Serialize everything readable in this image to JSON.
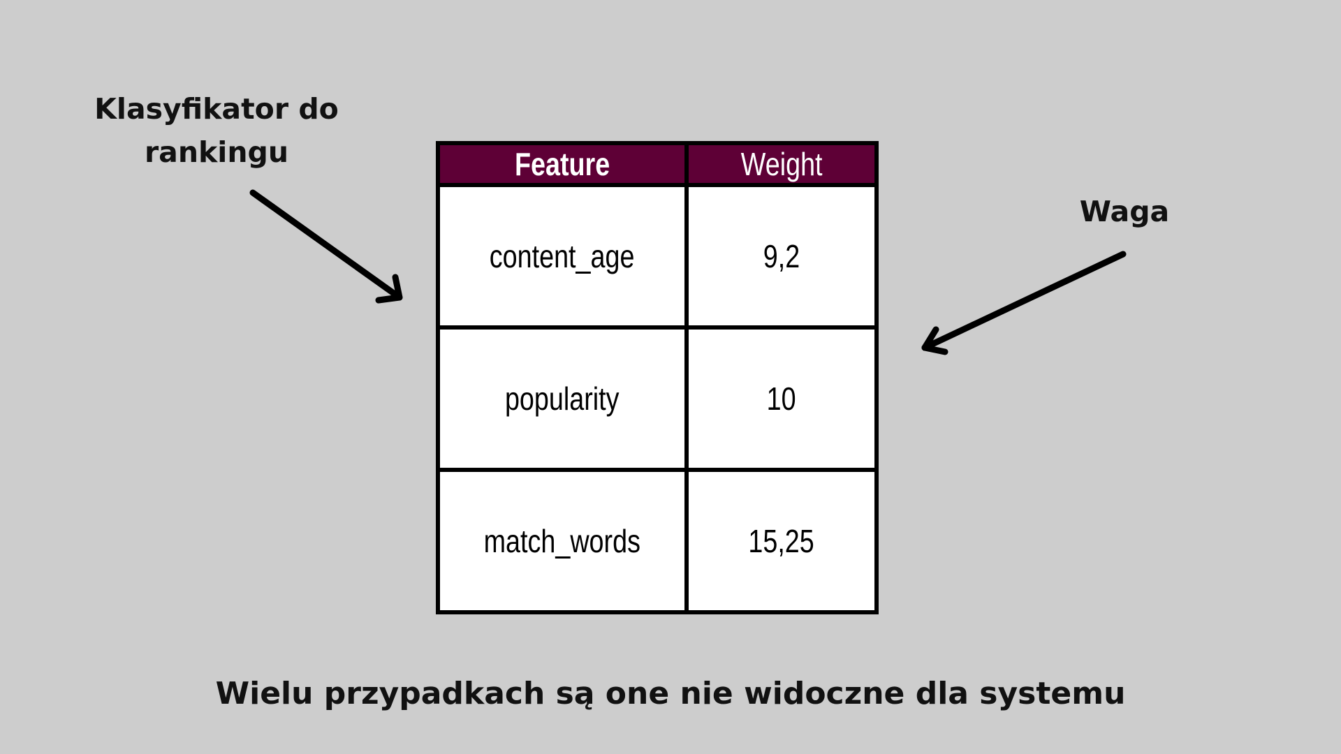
{
  "annotations": {
    "left_line1": "Klasyfikator do",
    "left_line2": "rankingu",
    "right": "Waga"
  },
  "caption": "Wielu przypadkach są one nie widoczne dla systemu",
  "table": {
    "headers": [
      "Feature",
      "Weight"
    ],
    "rows": [
      [
        "content_age",
        "9,2"
      ],
      [
        "popularity",
        "10"
      ],
      [
        "match_words",
        "15,25"
      ]
    ]
  },
  "colors": {
    "background": "#cdcdcd",
    "header_fill": "#5e0036",
    "border": "#000000",
    "text": "#111111"
  },
  "icons": [
    "arrow-left-annotation-icon",
    "arrow-right-annotation-icon"
  ]
}
